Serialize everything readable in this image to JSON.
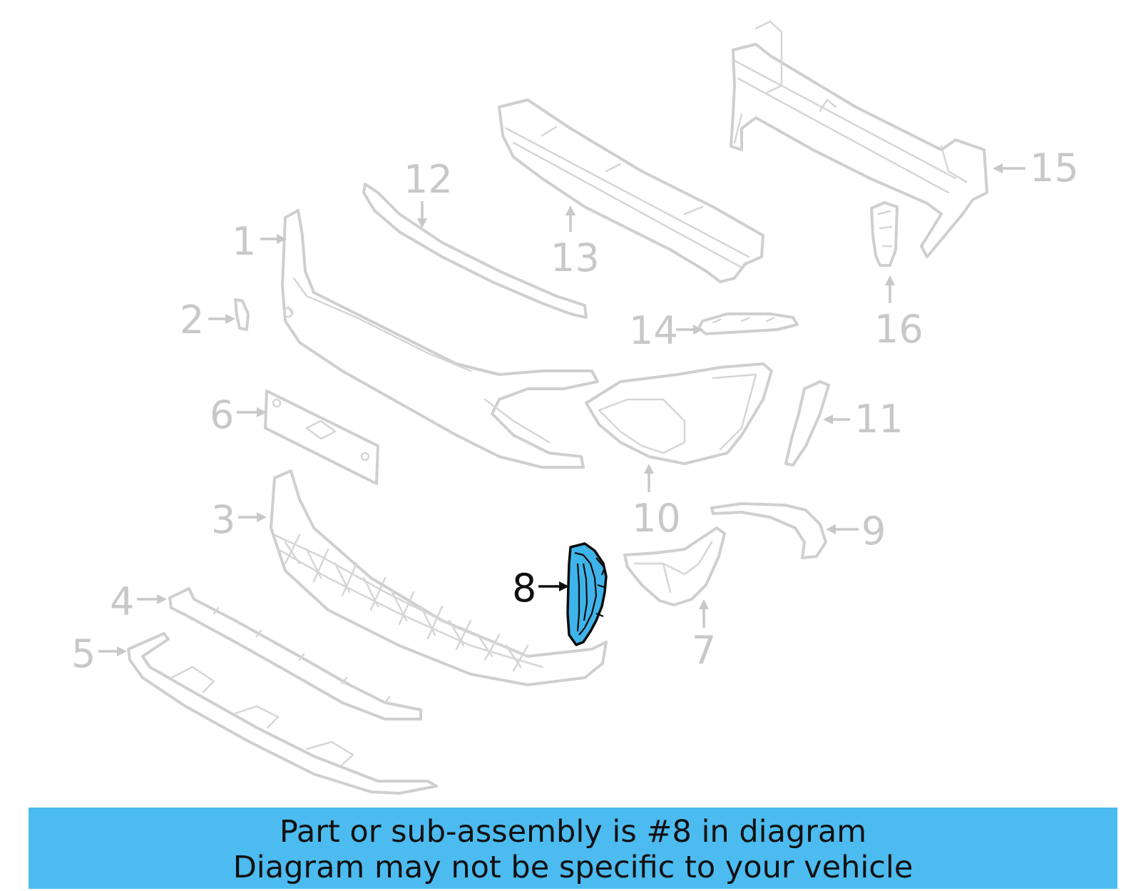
{
  "callouts": {
    "c1": "1",
    "c2": "2",
    "c3": "3",
    "c4": "4",
    "c5": "5",
    "c6": "6",
    "c7": "7",
    "c8": "8",
    "c9": "9",
    "c10": "10",
    "c11": "11",
    "c12": "12",
    "c13": "13",
    "c14": "14",
    "c15": "15",
    "c16": "16"
  },
  "highlighted_part": "8",
  "colors": {
    "highlight_fill": "#3fb4ea",
    "banner_background": "#4cbbf0",
    "parts_outline": "#cfcfcf",
    "callout_text": "#c8c8c8",
    "highlight_callout_text": "#111111"
  },
  "banner": {
    "line1": "Part or sub-assembly is #8 in diagram",
    "line2": "Diagram may not be specific to your vehicle"
  }
}
